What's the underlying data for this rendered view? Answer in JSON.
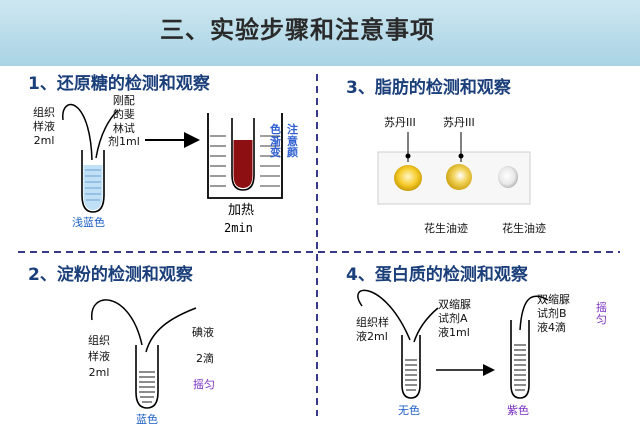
{
  "title": "三、实验步骤和注意事项",
  "sections": {
    "reducing_sugar": {
      "heading": "1、还原糖的检测和观察",
      "sample_label": "组织\n样液\n2ml",
      "reagent_label": "刚配\n的斐\n林试\n剂1ml",
      "result_color": "浅蓝色",
      "heat_label": "加热",
      "time_label": "2min",
      "note_a": "色\n渐\n变",
      "note_b": "注\n意\n颜"
    },
    "fat": {
      "heading": "3、脂肪的检测和观察",
      "stain_1": "苏丹III",
      "stain_2": "苏丹III",
      "peanut_1": "花生油迹",
      "peanut_2": "花生油迹"
    },
    "starch": {
      "heading": "2、淀粉的检测和观察",
      "sample_label": "组织\n样液\n2ml",
      "iodine_label": "碘液",
      "drops_label": "2滴",
      "shake_label": "摇匀",
      "result_color": "蓝色"
    },
    "protein": {
      "heading": "4、蛋白质的检测和观察",
      "sample_label": "组织样\n液2ml",
      "reagent_a": "双缩脲\n试剂A\n液1ml",
      "reagent_b": "双缩脲\n试剂B\n液4滴",
      "shake_label": "摇\n匀",
      "result_colorless": "无色",
      "result_purple": "紫色"
    }
  },
  "colors": {
    "title_band": "#b9dcea",
    "heading": "#1b3f7a",
    "accent_blue": "#1c5fc4",
    "purple": "#7a2fc0",
    "divider": "#3a3a8a",
    "light_blue_liquid": "#bfe0f5",
    "brick_red_liquid": "#8e0f12",
    "oil_yellow": "#f2c418"
  }
}
